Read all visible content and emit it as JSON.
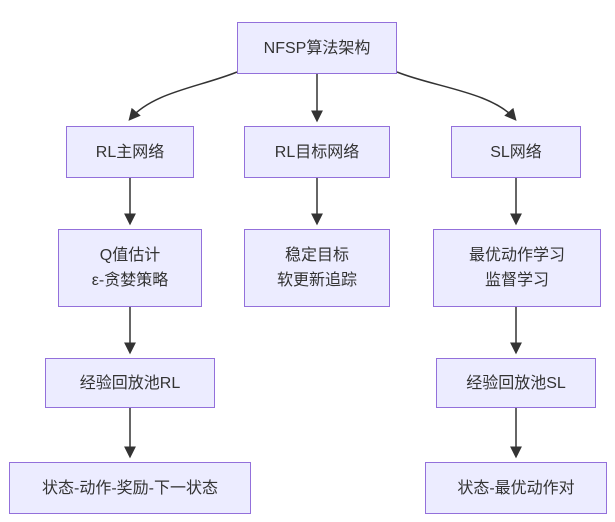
{
  "diagram": {
    "type": "flowchart",
    "direction": "top-down",
    "nodes": {
      "root": {
        "label": "NFSP算法架构"
      },
      "rl_main": {
        "label": "RL主网络"
      },
      "rl_target": {
        "label": "RL目标网络"
      },
      "sl_net": {
        "label": "SL网络"
      },
      "q_estimate": {
        "line1": "Q值估计",
        "line2": "ε-贪婪策略"
      },
      "stable_target": {
        "line1": "稳定目标",
        "line2": "软更新追踪"
      },
      "optimal_action": {
        "line1": "最优动作学习",
        "line2": "监督学习"
      },
      "replay_rl": {
        "label": "经验回放池RL"
      },
      "replay_sl": {
        "label": "经验回放池SL"
      },
      "sars": {
        "label": "状态-动作-奖励-下一状态"
      },
      "state_best_action": {
        "label": "状态-最优动作对"
      }
    },
    "edges": [
      {
        "from": "root",
        "to": "rl_main"
      },
      {
        "from": "root",
        "to": "rl_target"
      },
      {
        "from": "root",
        "to": "sl_net"
      },
      {
        "from": "rl_main",
        "to": "q_estimate"
      },
      {
        "from": "rl_target",
        "to": "stable_target"
      },
      {
        "from": "sl_net",
        "to": "optimal_action"
      },
      {
        "from": "q_estimate",
        "to": "replay_rl"
      },
      {
        "from": "optimal_action",
        "to": "replay_sl"
      },
      {
        "from": "replay_rl",
        "to": "sars"
      },
      {
        "from": "replay_sl",
        "to": "state_best_action"
      }
    ]
  },
  "colors": {
    "node_fill": "#ECECFF",
    "node_border": "#9370DB",
    "edge_color": "#333333",
    "text_color": "#333333",
    "background": "#FFFFFF"
  }
}
